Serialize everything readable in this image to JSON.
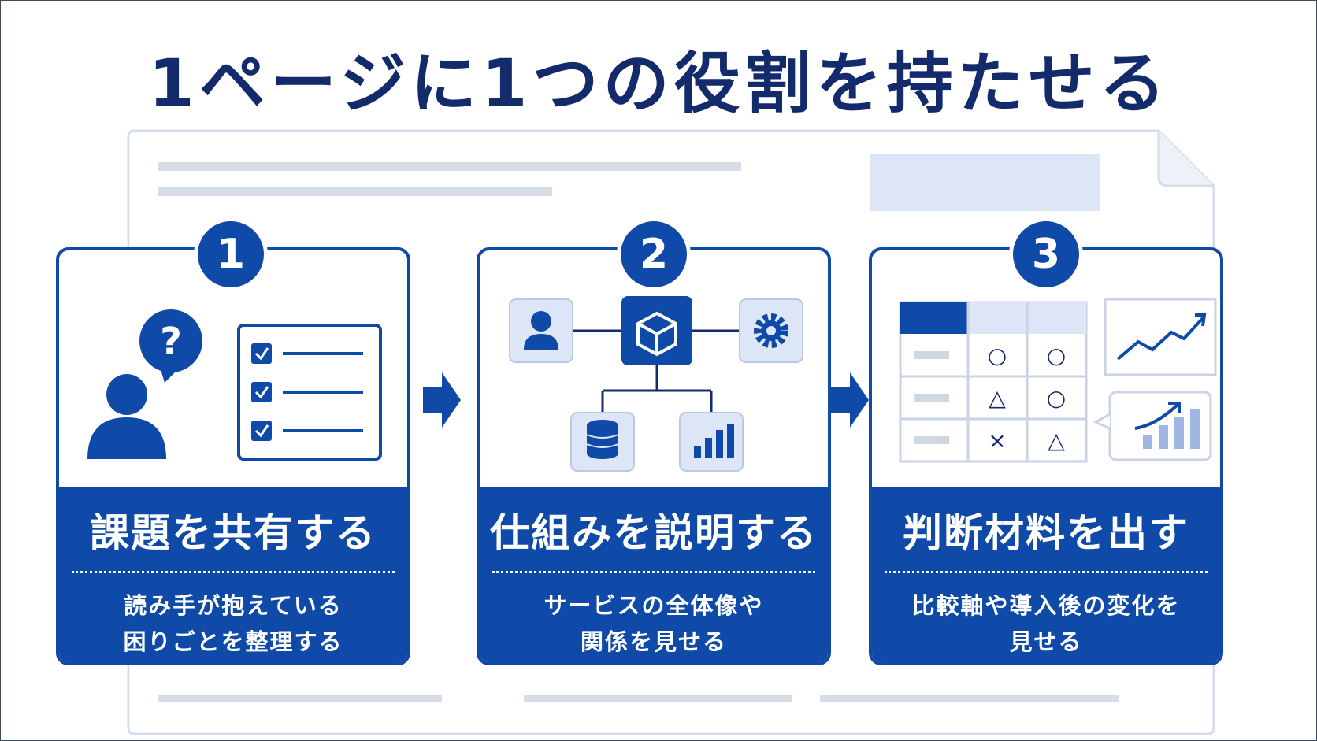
{
  "title": "1ページに1つの役割を持たせる",
  "colors": {
    "primary": "#0f4aa8",
    "navy": "#132a6b",
    "light": "#dce6f7",
    "line": "#d7dde8"
  },
  "steps": [
    {
      "number": "1",
      "heading": "課題を共有する",
      "desc_line1": "読み手が抱えている",
      "desc_line2": "困りごとを整理する",
      "icons": [
        "person-icon",
        "question-bubble-icon",
        "checklist-icon"
      ]
    },
    {
      "number": "2",
      "heading": "仕組みを説明する",
      "desc_line1": "サービスの全体像や",
      "desc_line2": "関係を見せる",
      "icons": [
        "user-icon",
        "cube-icon",
        "gear-icon",
        "database-icon",
        "bar-chart-icon"
      ]
    },
    {
      "number": "3",
      "heading": "判断材料を出す",
      "desc_line1": "比較軸や導入後の変化を",
      "desc_line2": "見せる",
      "icons": [
        "comparison-table-icon",
        "trend-line-icon",
        "growth-chart-icon"
      ],
      "table_marks": [
        [
          "○",
          "○"
        ],
        [
          "△",
          "○"
        ],
        [
          "×",
          "△"
        ]
      ]
    }
  ]
}
